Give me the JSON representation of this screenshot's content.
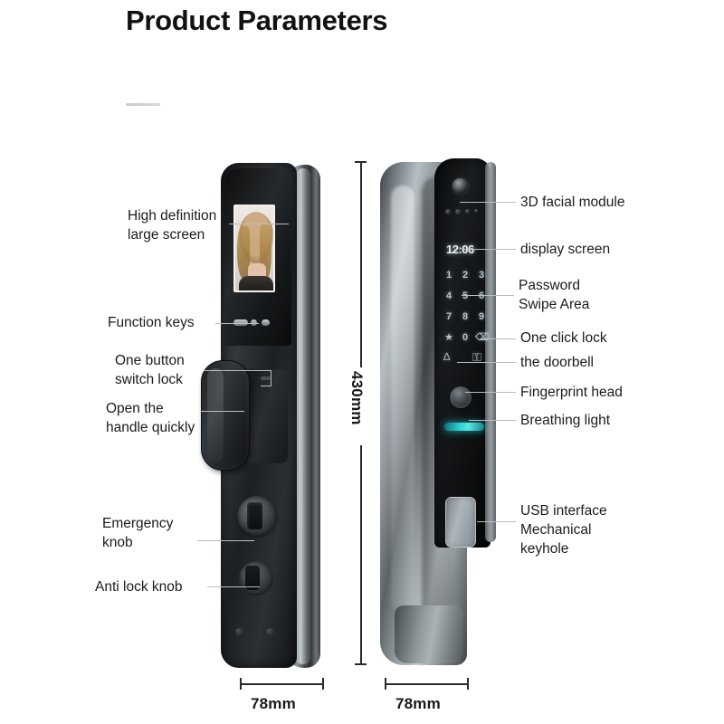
{
  "header": {
    "title": "Product\nParameters"
  },
  "labels_left": [
    {
      "id": "high-definition-large-screen",
      "text": "High definition\nlarge screen"
    },
    {
      "id": "function-keys",
      "text": "Function keys"
    },
    {
      "id": "one-button-switch-lock",
      "text": "One button\nswitch lock"
    },
    {
      "id": "open-the-handle-quickly",
      "text": "Open the\nhandle quickly"
    },
    {
      "id": "emergency-knob",
      "text": "Emergency\nknob"
    },
    {
      "id": "anti-lock-knob",
      "text": "Anti lock knob"
    }
  ],
  "labels_right": [
    {
      "id": "3d-facial-module",
      "text": "3D facial module"
    },
    {
      "id": "display-screen",
      "text": "display screen"
    },
    {
      "id": "password-swipe-area",
      "text": "Password\nSwipe Area"
    },
    {
      "id": "one-click-lock",
      "text": "One click lock"
    },
    {
      "id": "the-doorbell",
      "text": "the doorbell"
    },
    {
      "id": "fingerprint-head",
      "text": "Fingerprint head"
    },
    {
      "id": "breathing-light",
      "text": "Breathing light"
    },
    {
      "id": "usb-interface-mechanical-keyhole",
      "text": "USB interface\nMechanical\nkeyhole"
    }
  ],
  "dimensions": {
    "height": "430mm",
    "width_left": "78mm",
    "width_right": "78mm"
  },
  "device": {
    "display_time": "12:06",
    "keypad_rows": [
      [
        "1",
        "2",
        "3"
      ],
      [
        "4",
        "5",
        "6"
      ],
      [
        "7",
        "8",
        "9"
      ],
      [
        "★",
        "0",
        "⌫"
      ]
    ],
    "bell_icon": "∆",
    "lock_icon": "⚿"
  },
  "colors": {
    "breathing_light": "#2fd3d8",
    "leader_line": "#b9bdc0",
    "text": "#1b1b1b",
    "rule": "#c9c9d4"
  }
}
